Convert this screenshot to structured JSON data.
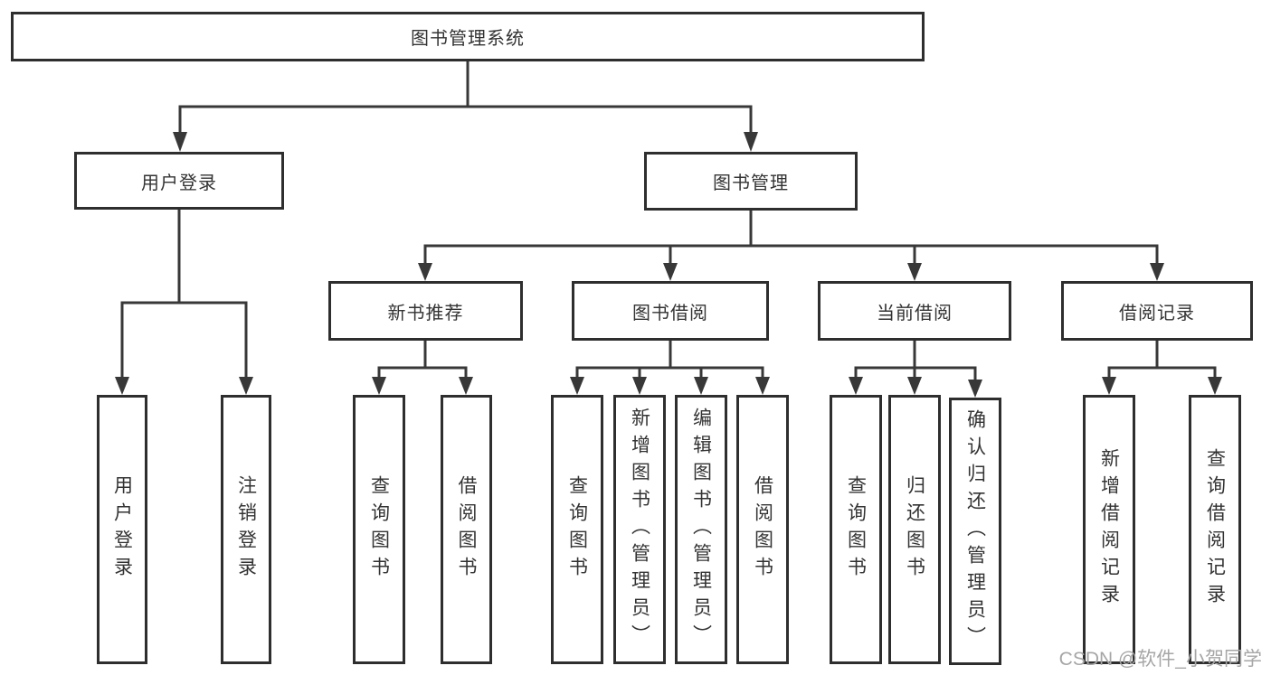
{
  "watermark": "CSDN @软件_小贺同学",
  "colors": {
    "line": "#383838",
    "box_border": "#2e2e2e",
    "text": "#333333",
    "watermark": "#a6a6a6"
  },
  "tree": {
    "root": {
      "label": "图书管理系统"
    },
    "branches": [
      {
        "label": "用户登录",
        "children": [
          {
            "label": "用户登录"
          },
          {
            "label": "注销登录"
          }
        ]
      },
      {
        "label": "图书管理",
        "children": [
          {
            "label": "新书推荐",
            "children": [
              {
                "label": "查询图书"
              },
              {
                "label": "借阅图书"
              }
            ]
          },
          {
            "label": "图书借阅",
            "children": [
              {
                "label": "查询图书"
              },
              {
                "label": "新增图书（管理员）"
              },
              {
                "label": "编辑图书（管理员）"
              },
              {
                "label": "借阅图书"
              }
            ]
          },
          {
            "label": "当前借阅",
            "children": [
              {
                "label": "查询图书"
              },
              {
                "label": "归还图书"
              },
              {
                "label": "确认归还（管理员）"
              }
            ]
          },
          {
            "label": "借阅记录",
            "children": [
              {
                "label": "新增借阅记录"
              },
              {
                "label": "查询借阅记录"
              }
            ]
          }
        ]
      }
    ]
  }
}
